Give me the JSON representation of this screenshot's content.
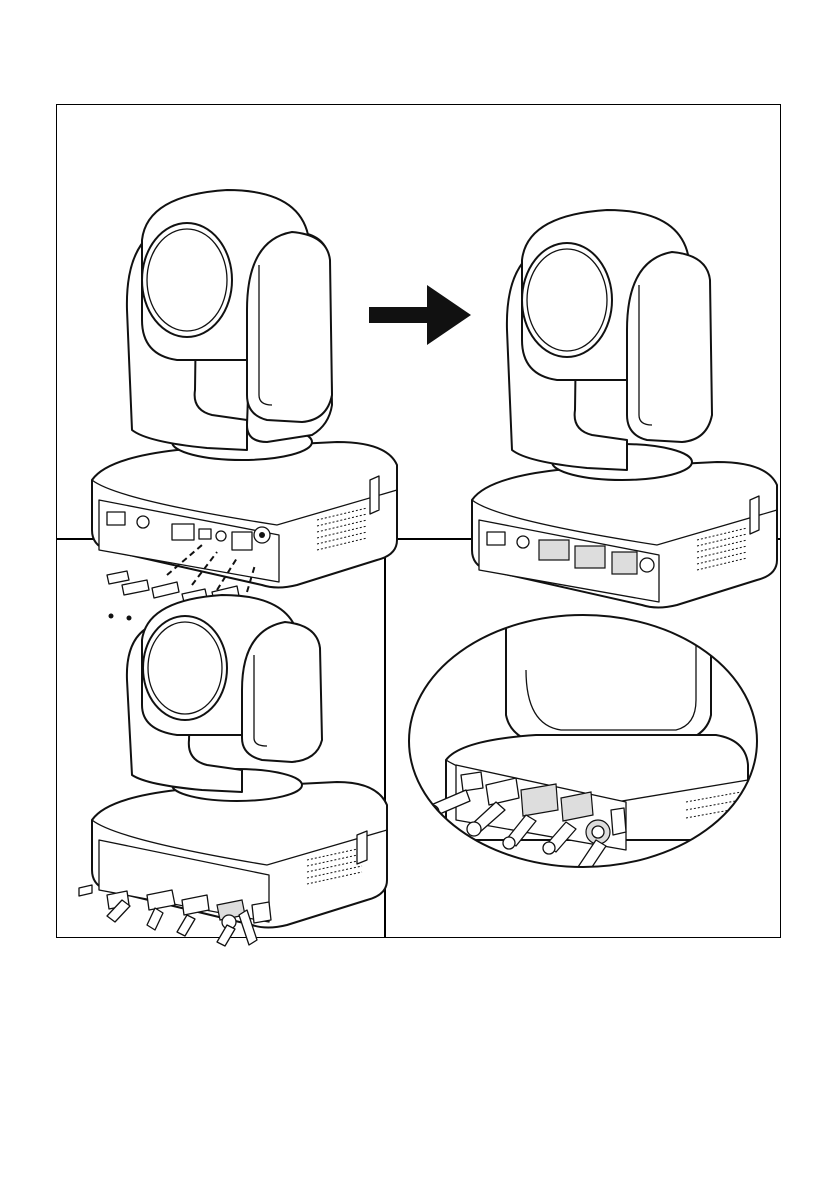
{
  "figure": {
    "panels": [
      {
        "id": "top",
        "content": "camera-before-after-cable-clips"
      },
      {
        "id": "bottom-left",
        "content": "camera-with-cables-connected"
      },
      {
        "id": "bottom-right",
        "content": "rear-panel-connectors-closeup"
      }
    ],
    "arrow_icon": "right-arrow-icon",
    "colors": {
      "line": "#111111",
      "fill": "#ffffff",
      "background": "#ffffff"
    }
  }
}
